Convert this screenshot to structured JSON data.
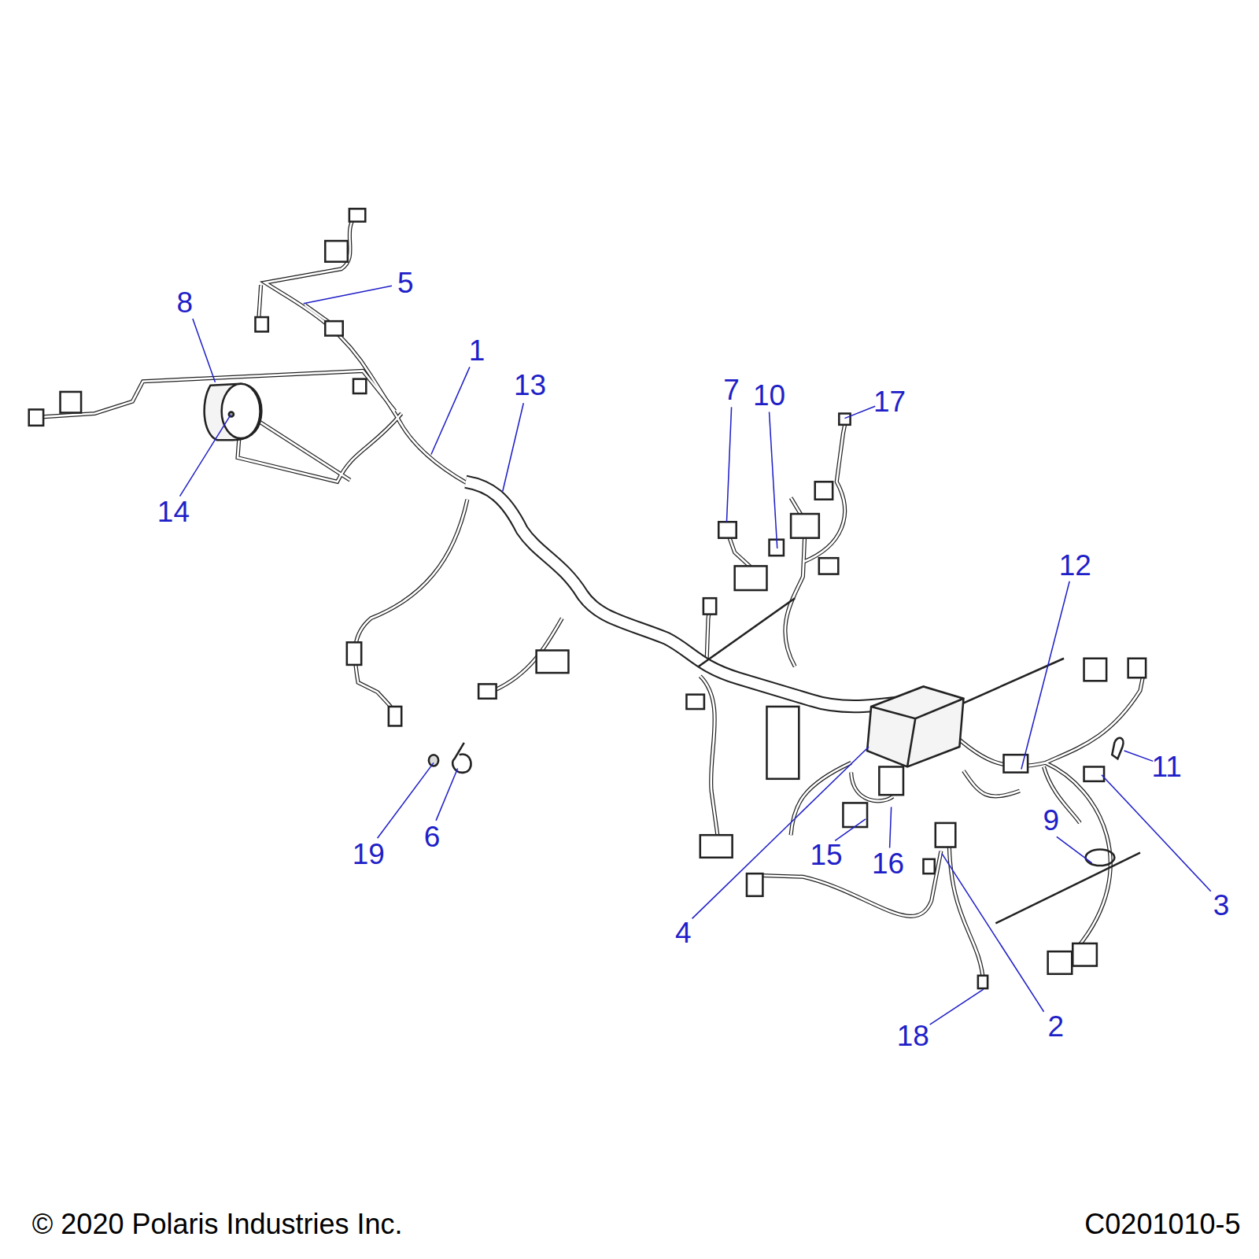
{
  "diagram": {
    "labels": [
      "5",
      "8",
      "1",
      "13",
      "7",
      "10",
      "17",
      "14",
      "12",
      "11",
      "9",
      "6",
      "15",
      "19",
      "16",
      "3",
      "4",
      "2",
      "18",
      "© 2020 Polaris Industries Inc.",
      "C0201010-5"
    ]
  }
}
